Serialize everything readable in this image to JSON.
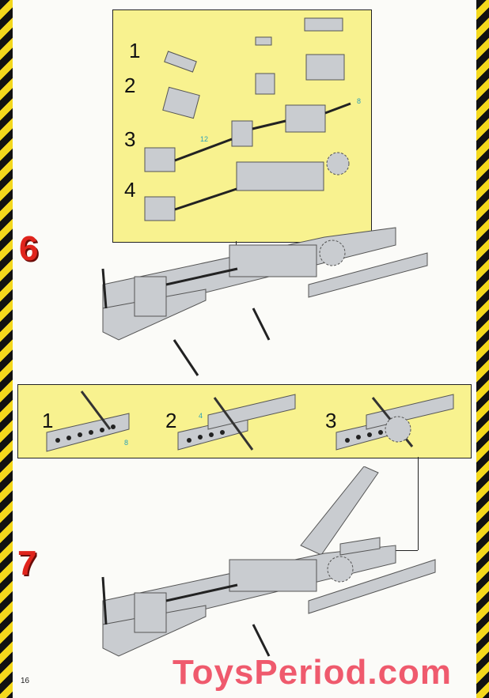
{
  "page": {
    "number": "16",
    "watermark": "ToysPeriod.com"
  },
  "step6": {
    "step_number": "6",
    "substeps": [
      "1",
      "2",
      "3",
      "4"
    ],
    "callouts": {
      "axle_12": "12",
      "axle_8": "8"
    }
  },
  "step7": {
    "step_number": "7",
    "substeps": [
      "1",
      "2",
      "3"
    ],
    "callouts": {
      "axle_8": "8",
      "axle_4": "4"
    }
  },
  "colors": {
    "panel": "#f8f28f",
    "step_number": "#e0241c",
    "callout": "#2aa0b8",
    "brick": "#c9ccd0"
  }
}
